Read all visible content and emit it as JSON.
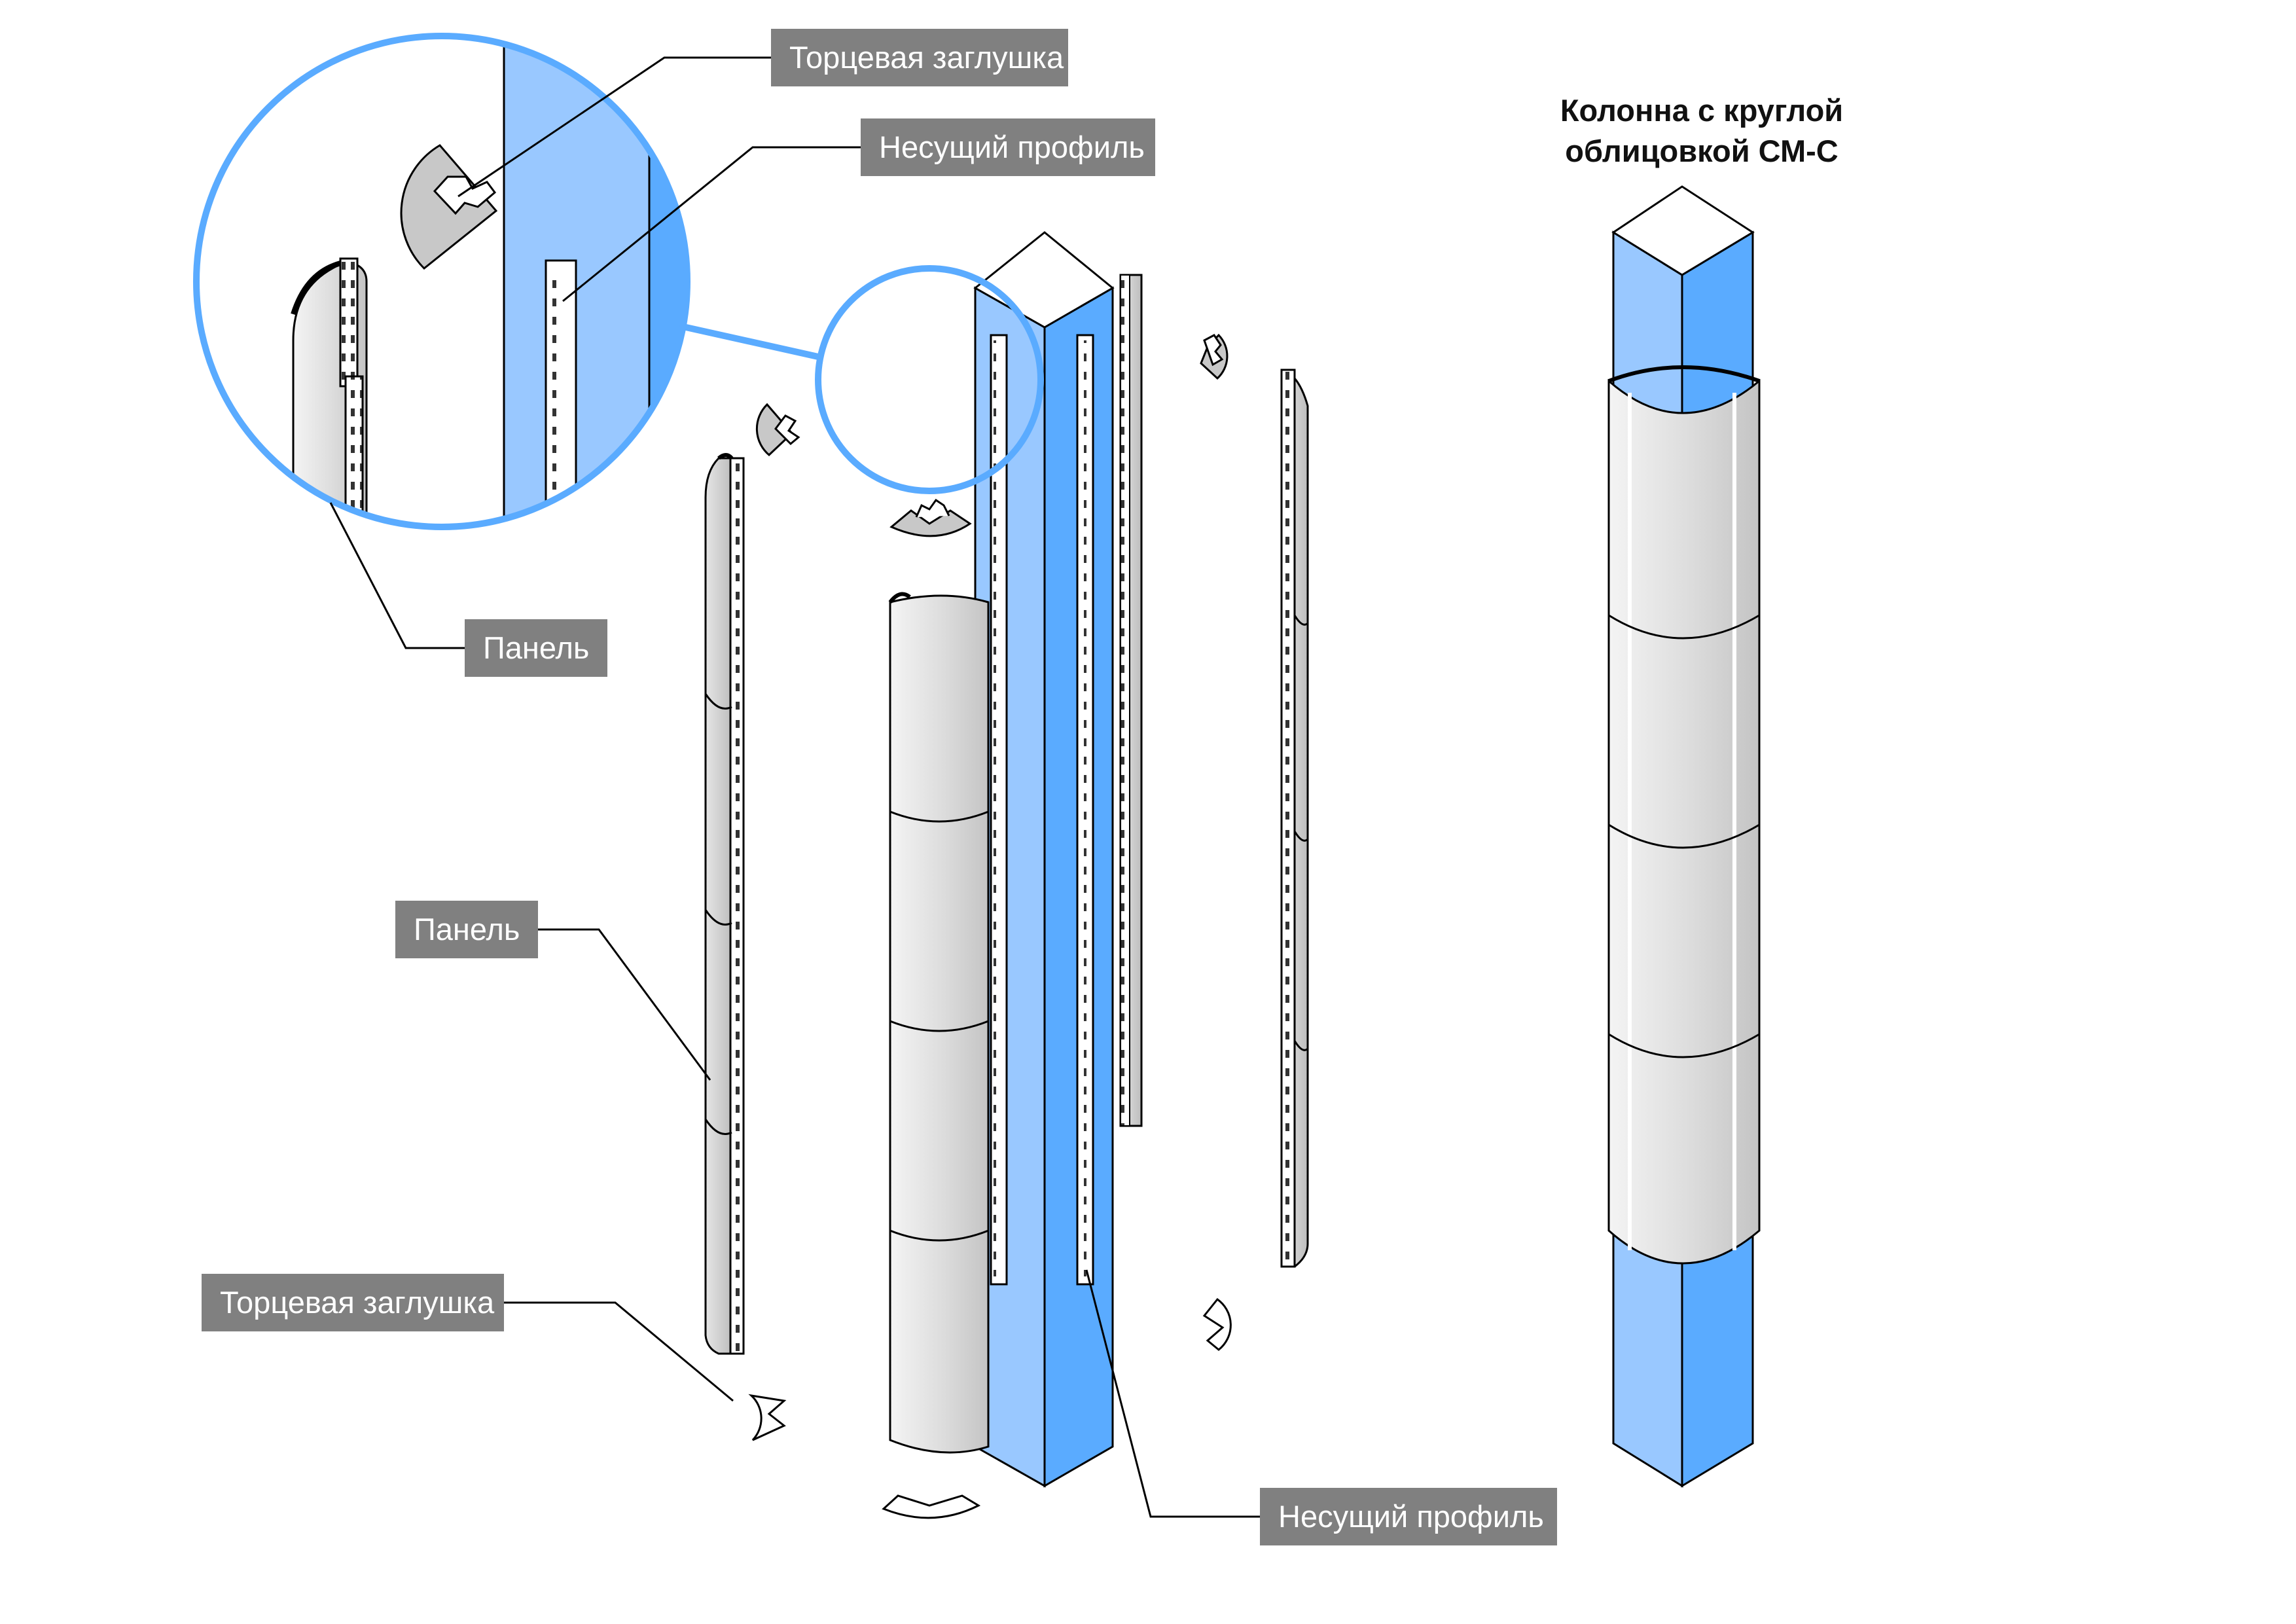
{
  "title": {
    "line1": "Колонна с круглой",
    "line2": "облицовкой СМ-С"
  },
  "callouts": {
    "end_cap_top": "Торцевая заглушка",
    "profile_top": "Несущий профиль",
    "panel_detail": "Панель",
    "panel_left": "Панель",
    "end_cap_bottom": "Торцевая заглушка",
    "profile_bottom": "Несущий профиль"
  },
  "colors": {
    "column_light": "#99c8ff",
    "column_dark": "#5aabff",
    "callout_bg": "#808080",
    "zoom_circle": "#5aabff",
    "panel": "#d2d2d2"
  }
}
